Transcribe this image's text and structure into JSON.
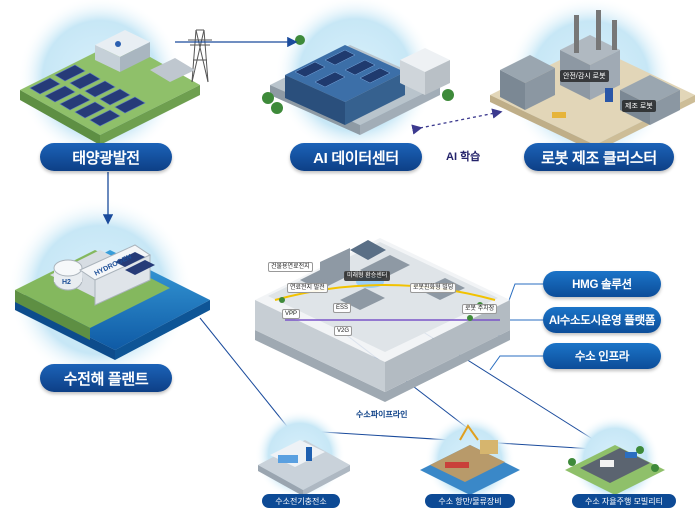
{
  "nodes": {
    "solar": "태양광발전",
    "datacenter": "AI 데이터센터",
    "robot_cluster": "로봇 제조 클러스터",
    "water_plant": "수전해 플랜트"
  },
  "link_labels": {
    "ai_learning": "AI 학습",
    "pipeline": "수소파이프라인"
  },
  "robot_labels": {
    "safety": "안전/감시 로봇",
    "manufacturing": "제조 로봇"
  },
  "city_labels": {
    "building_fuel_cell": "건물용연료전지",
    "transfer_center": "미래형 환승센터",
    "fuel_cell_power": "연료전지 발전",
    "robot_building": "로봇친화형 빌딩",
    "ess": "ESS",
    "vpp": "VPP",
    "v2g": "V2G",
    "robot_parking": "로봇 주차장"
  },
  "solutions": {
    "hmg": "HMG 솔루션",
    "platform": "AI수소도시운영 플랫폼",
    "infra": "수소 인프라"
  },
  "hydrogen_labels": {
    "tank": "HYDROGEN",
    "h2": "H2"
  },
  "bottom": {
    "station": "수소전기충전소",
    "port": "수소 항만/물류장비",
    "mobility": "수소 자율주행 모빌리티"
  },
  "colors": {
    "pill_dark": "#0d3f86",
    "pill_light": "#1b74c8",
    "glow": "#cfeaf7",
    "water": "#1e7fc4",
    "line": "#1a4b9c"
  }
}
